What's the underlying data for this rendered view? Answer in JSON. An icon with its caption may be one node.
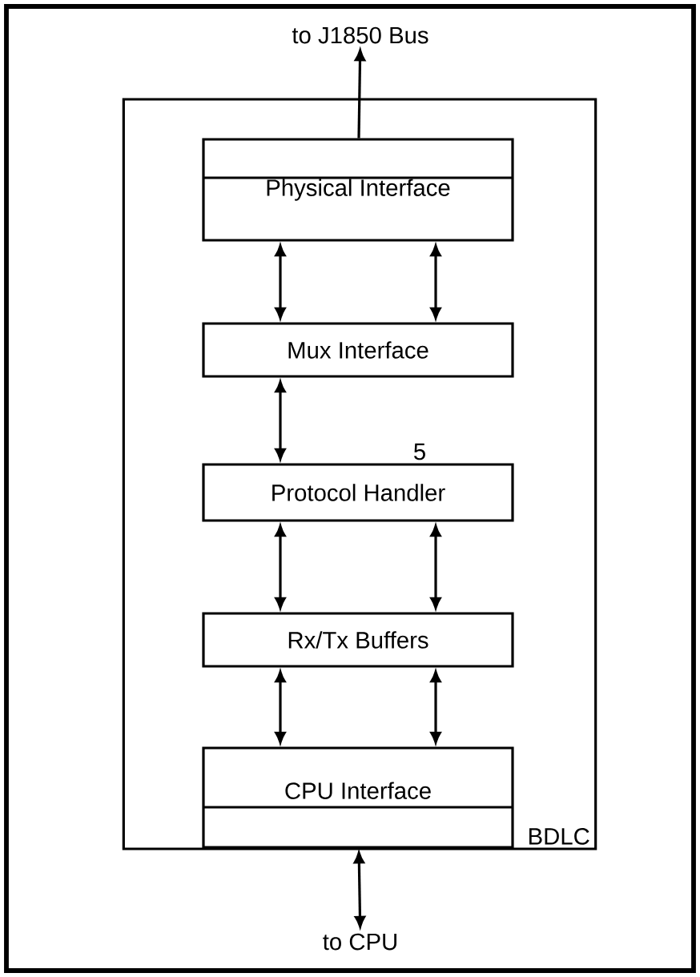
{
  "diagram": {
    "nodes": [
      {
        "text": [
          "to J1850 Bus"
        ]
      },
      {
        "text": [
          "BDLC"
        ]
      },
      {
        "text": [
          "Physical Interface"
        ],
        "in": 1
      },
      {
        "text": [
          "Mux Interface"
        ],
        "in": 1
      },
      {
        "text": [
          "Protocol Handler"
        ],
        "in": 1
      },
      {
        "text": [
          "Rx/Tx Buffers"
        ],
        "in": 1
      },
      {
        "text": [
          "CPU Interface"
        ],
        "in": 1
      },
      {
        "text": [
          "to CPU"
        ]
      }
    ],
    "edges": [
      {
        "from": 2,
        "to": 0,
        "arrow": "to"
      },
      {
        "from": 2,
        "to": 3,
        "arrow": "both"
      },
      {
        "from": 2,
        "to": 3,
        "arrow": "both"
      },
      {
        "from": 3,
        "to": 4,
        "arrow": "both"
      },
      {
        "from": 4,
        "to": 5,
        "arrow": "both"
      },
      {
        "from": 4,
        "to": 5,
        "arrow": "both"
      },
      {
        "from": 5,
        "to": 6,
        "arrow": "both"
      },
      {
        "from": 5,
        "to": 6,
        "arrow": "both"
      },
      {
        "from": 6,
        "to": 7,
        "arrow": "both"
      }
    ],
    "labels": [
      "5"
    ]
  }
}
